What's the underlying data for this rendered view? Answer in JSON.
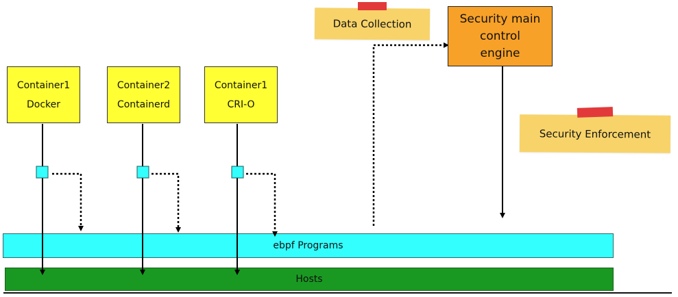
{
  "containers": [
    {
      "line1": "Container1",
      "line2": "Docker"
    },
    {
      "line1": "Container2",
      "line2": "Containerd"
    },
    {
      "line1": "Container1",
      "line2": "CRI-O"
    }
  ],
  "notes": {
    "data_collection": "Data Collection",
    "security_enforcement": "Security Enforcement"
  },
  "engine": {
    "line1": "Security main",
    "line2": "control",
    "line3": "engine"
  },
  "layers": {
    "ebpf": "ebpf Programs",
    "hosts": "Hosts"
  },
  "colors": {
    "container": "#ffff33",
    "hook": "#33ffff",
    "ebpf": "#33ffff",
    "hosts": "#1a9922",
    "engine": "#f7a128",
    "note": "#f7d36a",
    "tape": "#e23a3a"
  }
}
